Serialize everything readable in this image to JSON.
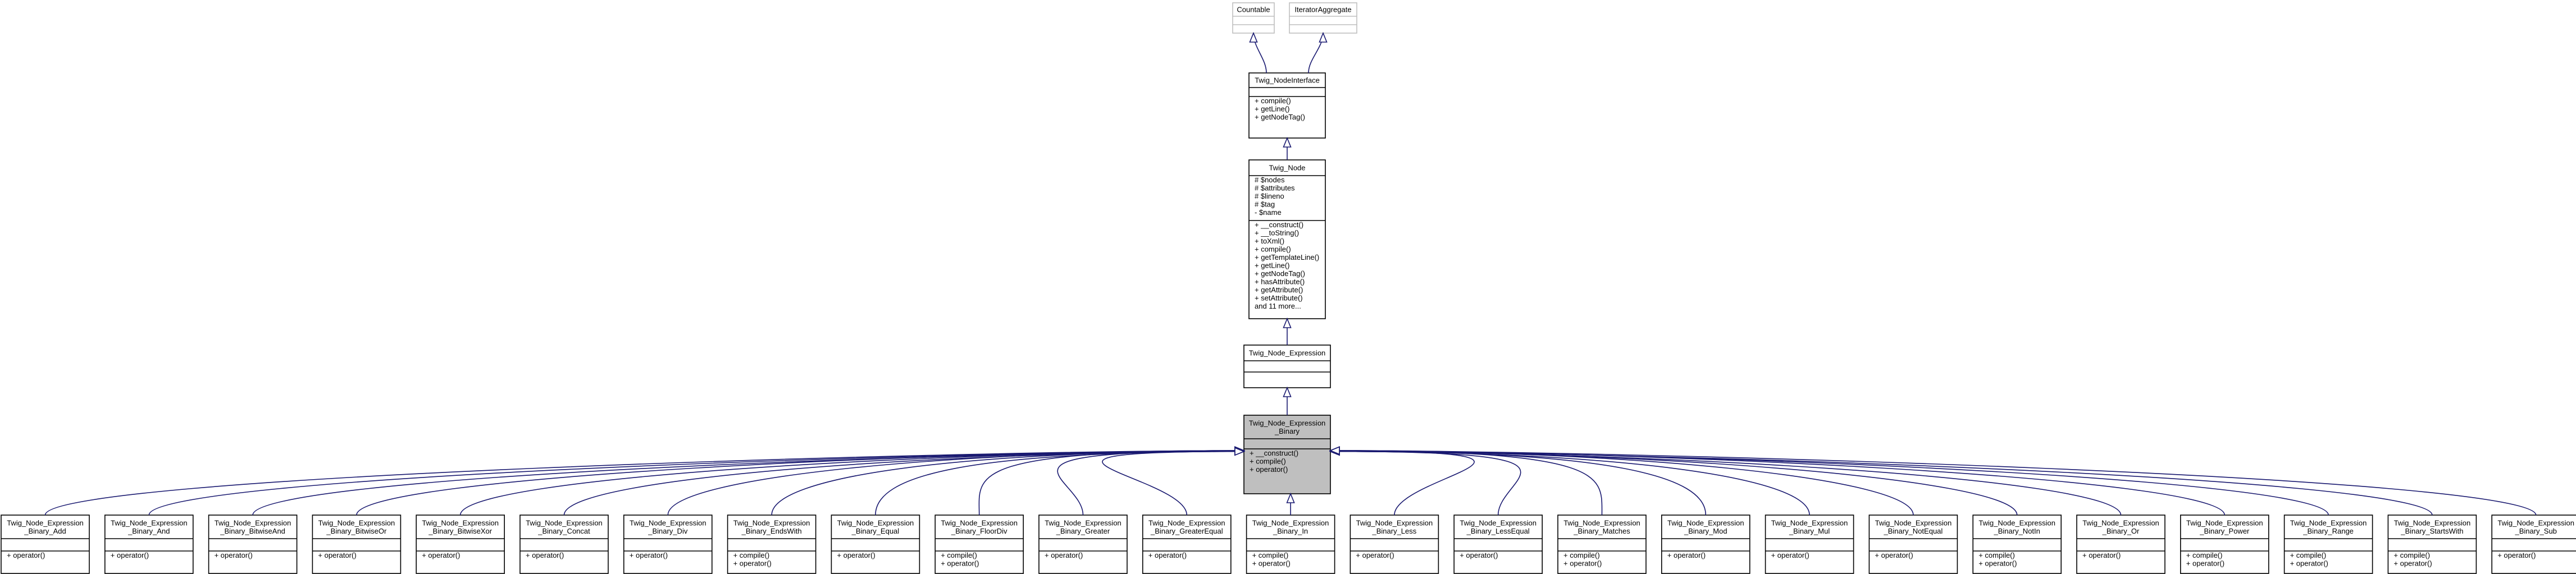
{
  "diagram": {
    "interfaces": [
      {
        "id": "countable",
        "title": [
          "Countable"
        ]
      },
      {
        "id": "iterator_aggregate",
        "title": [
          "IteratorAggregate"
        ]
      }
    ],
    "node_interface": {
      "title": [
        "Twig_NodeInterface"
      ],
      "attributes": [],
      "methods": [
        "+ compile()",
        "+ getLine()",
        "+ getNodeTag()"
      ]
    },
    "node": {
      "title": [
        "Twig_Node"
      ],
      "attributes": [
        "# $nodes",
        "# $attributes",
        "# $lineno",
        "# $tag",
        "- $name"
      ],
      "methods": [
        "+ __construct()",
        "+ __toString()",
        "+ toXml()",
        "+ compile()",
        "+ getTemplateLine()",
        "+ getLine()",
        "+ getNodeTag()",
        "+ hasAttribute()",
        "+ getAttribute()",
        "+ setAttribute()",
        "and 11 more..."
      ]
    },
    "expression": {
      "title": [
        "Twig_Node_Expression"
      ],
      "attributes": [],
      "methods": []
    },
    "binary": {
      "title": [
        "Twig_Node_Expression",
        "_Binary"
      ],
      "attributes": [],
      "methods": [
        "+ __construct()",
        "+ compile()",
        "+ operator()"
      ]
    },
    "children": [
      {
        "title": [
          "Twig_Node_Expression",
          "_Binary_Add"
        ],
        "methods": [
          "+ operator()"
        ]
      },
      {
        "title": [
          "Twig_Node_Expression",
          "_Binary_And"
        ],
        "methods": [
          "+ operator()"
        ]
      },
      {
        "title": [
          "Twig_Node_Expression",
          "_Binary_BitwiseAnd"
        ],
        "methods": [
          "+ operator()"
        ]
      },
      {
        "title": [
          "Twig_Node_Expression",
          "_Binary_BitwiseOr"
        ],
        "methods": [
          "+ operator()"
        ]
      },
      {
        "title": [
          "Twig_Node_Expression",
          "_Binary_BitwiseXor"
        ],
        "methods": [
          "+ operator()"
        ]
      },
      {
        "title": [
          "Twig_Node_Expression",
          "_Binary_Concat"
        ],
        "methods": [
          "+ operator()"
        ]
      },
      {
        "title": [
          "Twig_Node_Expression",
          "_Binary_Div"
        ],
        "methods": [
          "+ operator()"
        ]
      },
      {
        "title": [
          "Twig_Node_Expression",
          "_Binary_EndsWith"
        ],
        "methods": [
          "+ compile()",
          "+ operator()"
        ]
      },
      {
        "title": [
          "Twig_Node_Expression",
          "_Binary_Equal"
        ],
        "methods": [
          "+ operator()"
        ]
      },
      {
        "title": [
          "Twig_Node_Expression",
          "_Binary_FloorDiv"
        ],
        "methods": [
          "+ compile()",
          "+ operator()"
        ]
      },
      {
        "title": [
          "Twig_Node_Expression",
          "_Binary_Greater"
        ],
        "methods": [
          "+ operator()"
        ]
      },
      {
        "title": [
          "Twig_Node_Expression",
          "_Binary_GreaterEqual"
        ],
        "methods": [
          "+ operator()"
        ]
      },
      {
        "title": [
          "Twig_Node_Expression",
          "_Binary_In"
        ],
        "methods": [
          "+ compile()",
          "+ operator()"
        ]
      },
      {
        "title": [
          "Twig_Node_Expression",
          "_Binary_Less"
        ],
        "methods": [
          "+ operator()"
        ]
      },
      {
        "title": [
          "Twig_Node_Expression",
          "_Binary_LessEqual"
        ],
        "methods": [
          "+ operator()"
        ]
      },
      {
        "title": [
          "Twig_Node_Expression",
          "_Binary_Matches"
        ],
        "methods": [
          "+ compile()",
          "+ operator()"
        ]
      },
      {
        "title": [
          "Twig_Node_Expression",
          "_Binary_Mod"
        ],
        "methods": [
          "+ operator()"
        ]
      },
      {
        "title": [
          "Twig_Node_Expression",
          "_Binary_Mul"
        ],
        "methods": [
          "+ operator()"
        ]
      },
      {
        "title": [
          "Twig_Node_Expression",
          "_Binary_NotEqual"
        ],
        "methods": [
          "+ operator()"
        ]
      },
      {
        "title": [
          "Twig_Node_Expression",
          "_Binary_NotIn"
        ],
        "methods": [
          "+ compile()",
          "+ operator()"
        ]
      },
      {
        "title": [
          "Twig_Node_Expression",
          "_Binary_Or"
        ],
        "methods": [
          "+ operator()"
        ]
      },
      {
        "title": [
          "Twig_Node_Expression",
          "_Binary_Power"
        ],
        "methods": [
          "+ compile()",
          "+ operator()"
        ]
      },
      {
        "title": [
          "Twig_Node_Expression",
          "_Binary_Range"
        ],
        "methods": [
          "+ compile()",
          "+ operator()"
        ]
      },
      {
        "title": [
          "Twig_Node_Expression",
          "_Binary_StartsWith"
        ],
        "methods": [
          "+ compile()",
          "+ operator()"
        ]
      },
      {
        "title": [
          "Twig_Node_Expression",
          "_Binary_Sub"
        ],
        "methods": [
          "+ operator()"
        ]
      }
    ]
  }
}
